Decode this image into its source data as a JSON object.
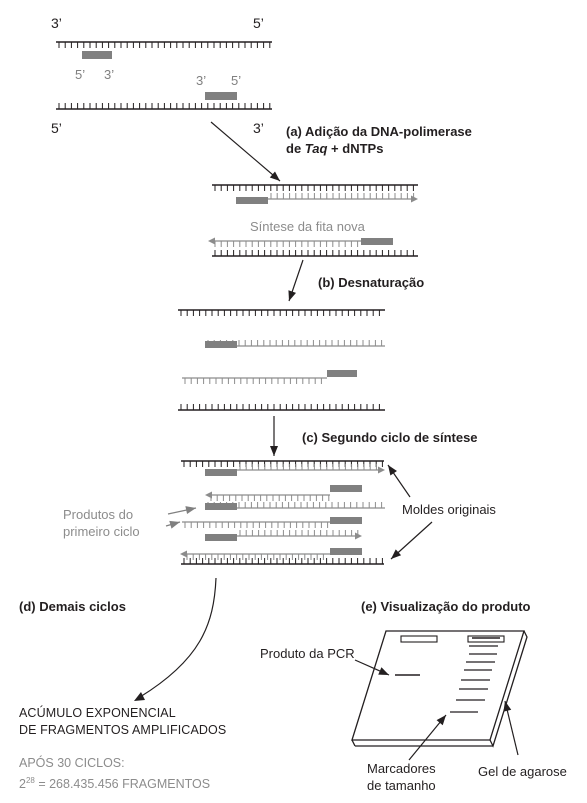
{
  "strand_ends": {
    "top_left": "3’",
    "top_right": "5’",
    "bottom_left": "5’",
    "bottom_right": "3’",
    "primer1_left": "5’",
    "primer1_right": "3’",
    "primer2_left": "3’",
    "primer2_right": "5’"
  },
  "steps": {
    "a_line1": "(a) Adição da DNA-polimerase",
    "a_line2_italic": "Taq",
    "a_line2_rest": " + dNTPs",
    "synthesis_note": "Síntese da fita nova",
    "b": "(b) Desnaturação",
    "c": "(c) Segundo ciclo de síntese",
    "d": "(d) Demais ciclos",
    "e": "(e) Visualização do produto"
  },
  "cycle_labels": {
    "first_products_line1": "Produtos do",
    "first_products_line2": "primeiro ciclo",
    "original_templates": "Moldes originais"
  },
  "gel_labels": {
    "pcr_product": "Produto da PCR",
    "size_markers_line1": "Marcadores",
    "size_markers_line2": "de tamanho",
    "agarose_gel": "Gel de agarose"
  },
  "result": {
    "line1": "ACÚMULO EXPONENCIAL",
    "line2": "DE FRAGMENTOS AMPLIFICADOS",
    "after_cycles": "APÓS 30 CICLOS:",
    "base": "2",
    "exponent": "28",
    "equation_rest": " = 268.435.456 FRAGMENTOS"
  },
  "colors": {
    "strand": "#231f20",
    "primer": "#808080",
    "new_strand": "#8c8c8c"
  }
}
